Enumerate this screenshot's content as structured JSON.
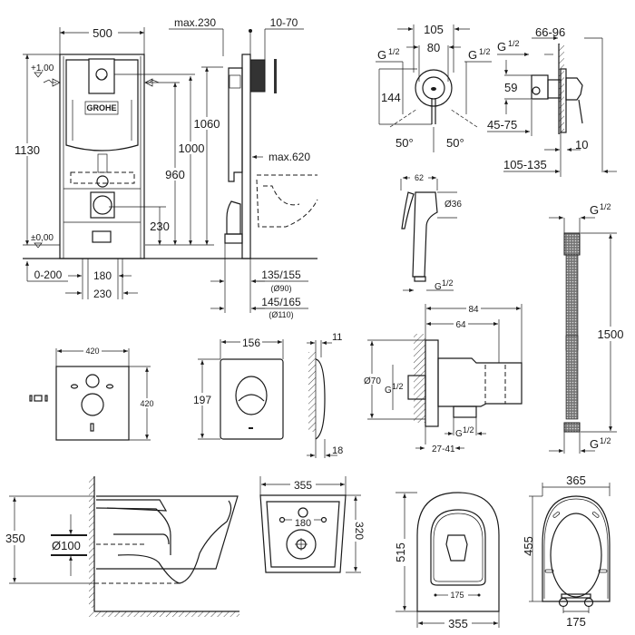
{
  "title": "GROHE installation set technical drawing",
  "brand": "GROHE",
  "frame_front": {
    "width": "500",
    "height_total": "1130",
    "h_1060": "1060",
    "h_1000": "1000",
    "h_960": "960",
    "h_230": "230",
    "level_top": "+1,00",
    "level_zero": "±0,00",
    "adjust": "0-200",
    "w_180": "180",
    "w_230": "230"
  },
  "frame_side": {
    "max_depth": "max.230",
    "plate_gap": "10-70",
    "max_bowl": "max.620",
    "pipe90": "135/155",
    "pipe90_note": "(Ø90)",
    "pipe110": "145/165",
    "pipe110_note": "(Ø110)"
  },
  "mixer_front": {
    "w105": "105",
    "w80": "80",
    "thread_left": "G",
    "thread_right": "G",
    "thread_frac": "1/2",
    "h144": "144",
    "angle_left": "50°",
    "angle_right": "50°"
  },
  "mixer_side": {
    "range1": "66-96",
    "thread": "G",
    "thread_frac": "1/2",
    "h59": "59",
    "range2": "45-75",
    "d10": "10",
    "range3": "105-135"
  },
  "hand_shower": {
    "w62": "62",
    "diam": "Ø36",
    "thread": "G",
    "thread_frac": "1/2"
  },
  "holder": {
    "w84": "84",
    "w64": "64",
    "diam": "Ø70",
    "thread_in": "G",
    "thread_out": "G",
    "thread_frac": "1/2",
    "range": "27-41"
  },
  "hose": {
    "thread_top": "G",
    "thread_bottom": "G",
    "thread_frac": "1/2",
    "length": "1500"
  },
  "sound_pad": {
    "width": "420",
    "height": "420"
  },
  "flush_plate": {
    "width": "156",
    "height": "197",
    "depth_top": "11",
    "depth_bottom": "18"
  },
  "bowl_side": {
    "height": "350",
    "outlet": "Ø100"
  },
  "bowl_back": {
    "width": "355",
    "height": "320",
    "bolt_spacing": "180"
  },
  "bowl_top": {
    "length": "515",
    "width": "355",
    "bolt_spacing": "175"
  },
  "seat": {
    "width": "365",
    "length": "455",
    "hinge_spacing": "175"
  }
}
